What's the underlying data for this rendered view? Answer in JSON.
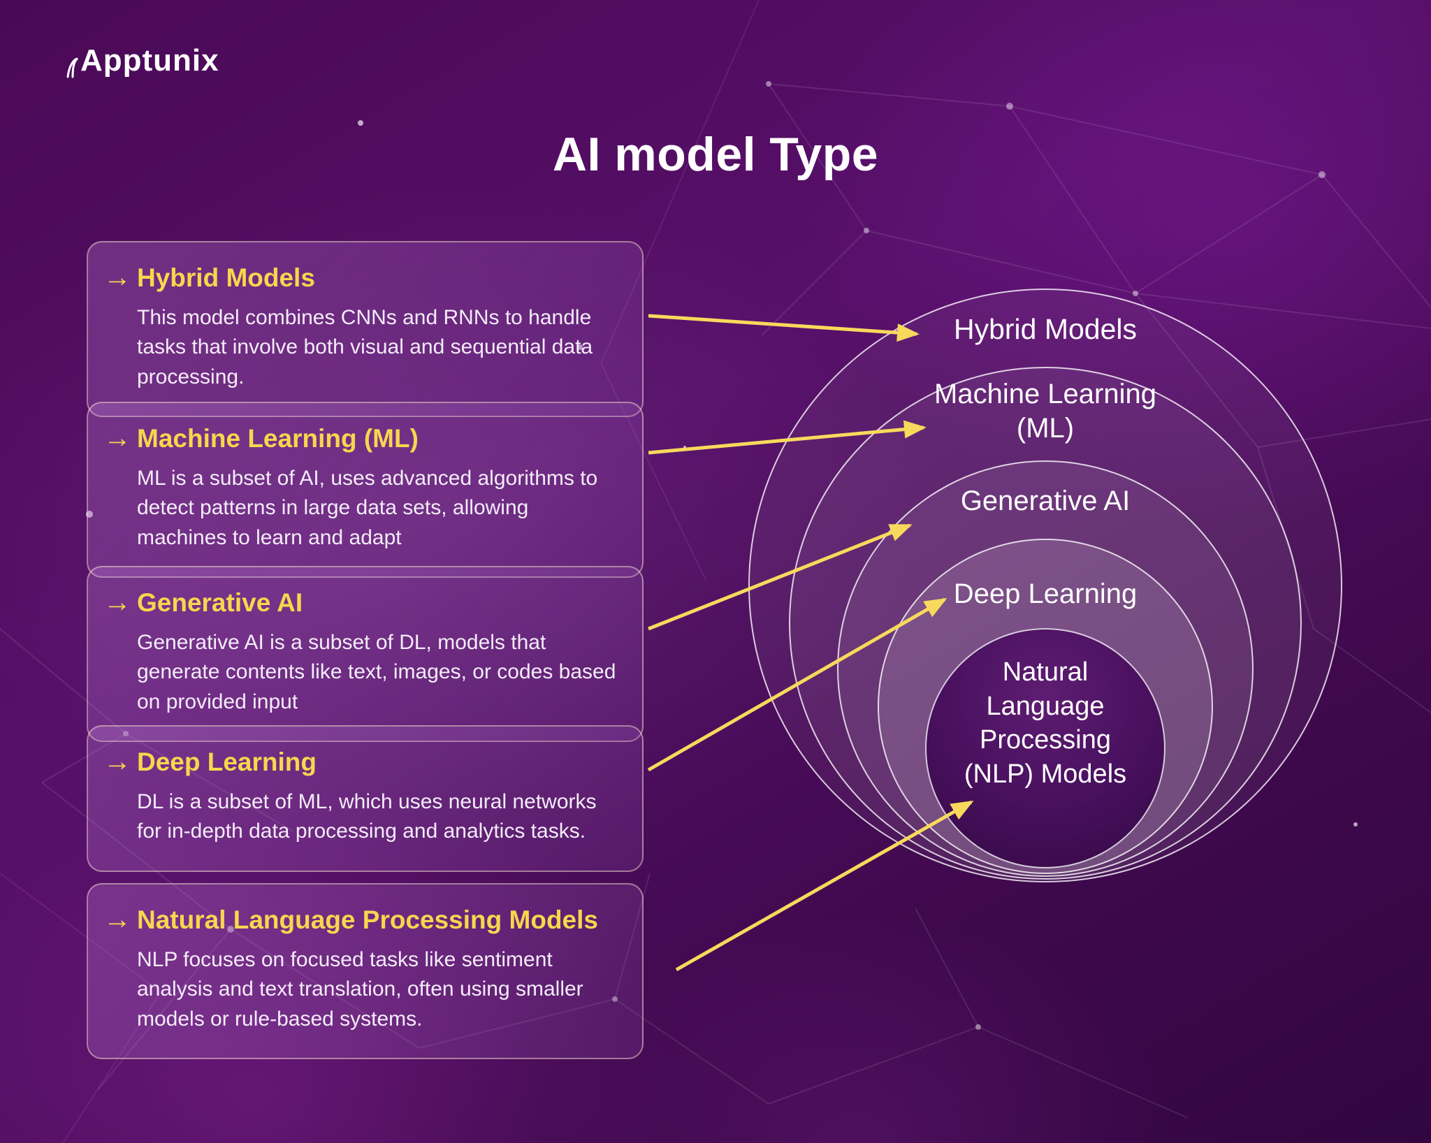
{
  "logo": {
    "text": "Apptunix"
  },
  "page_title": "AI model Type",
  "ui": {
    "arrow_icon": "→"
  },
  "cards": [
    {
      "title": "Hybrid Models",
      "description": "This model combines CNNs and RNNs to handle tasks that involve both visual and sequential data processing."
    },
    {
      "title": "Machine Learning (ML)",
      "description": "ML is a subset of AI, uses advanced algorithms to detect patterns in large data sets, allowing machines to learn and adapt"
    },
    {
      "title": "Generative AI",
      "description": "Generative AI is a subset of DL, models that generate contents like text, images, or codes based on provided input"
    },
    {
      "title": "Deep Learning",
      "description": "DL is a subset of ML, which uses neural networks for in-depth data processing and analytics tasks."
    },
    {
      "title": "Natural Language Processing Models",
      "description": "NLP focuses on focused tasks like sentiment analysis and text translation, often using smaller models or rule-based systems."
    }
  ],
  "diagram": {
    "rings": [
      {
        "label": "Hybrid Models"
      },
      {
        "label": "Machine Learning (ML)"
      },
      {
        "label": "Generative AI"
      },
      {
        "label": "Deep Learning"
      },
      {
        "label": "Natural Language Processing (NLP) Models"
      }
    ]
  },
  "colors": {
    "accent_yellow": "#F8D64E",
    "background_purple": "#4A0956",
    "text_white": "#F4ECF9"
  }
}
